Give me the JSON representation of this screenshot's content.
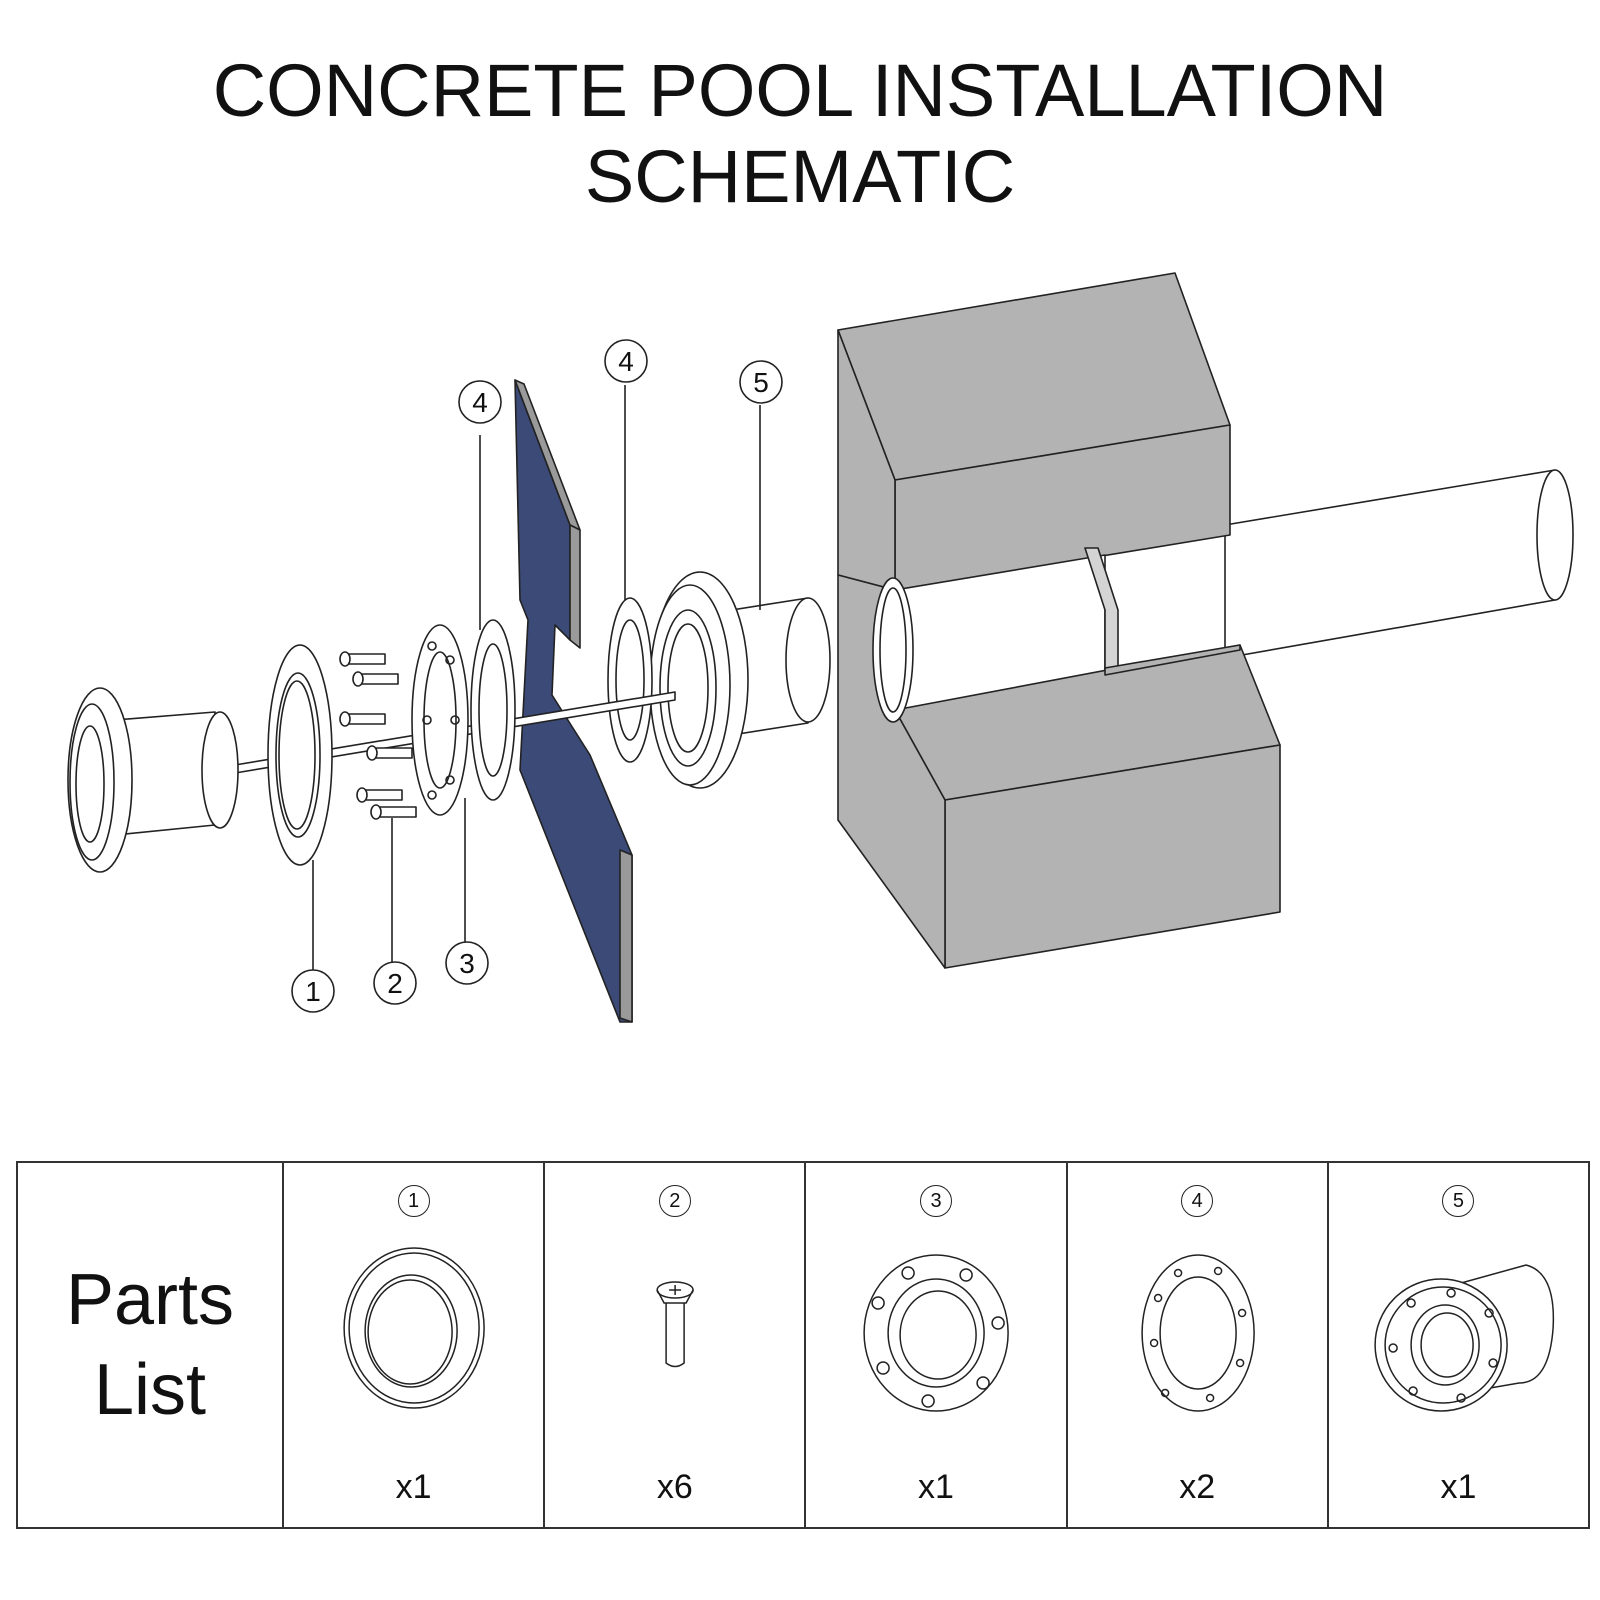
{
  "title": {
    "line1": "CONCRETE POOL INSTALLATION",
    "line2": "SCHEMATIC"
  },
  "callouts": [
    "1",
    "2",
    "3",
    "4",
    "4",
    "5"
  ],
  "parts_list": {
    "title_line1": "Parts",
    "title_line2": "List",
    "parts": [
      {
        "num": "1",
        "qty": "x1",
        "icon": "flange-ring-icon"
      },
      {
        "num": "2",
        "qty": "x6",
        "icon": "screw-icon"
      },
      {
        "num": "3",
        "qty": "x1",
        "icon": "bolted-flange-icon"
      },
      {
        "num": "4",
        "qty": "x2",
        "icon": "gasket-icon"
      },
      {
        "num": "5",
        "qty": "x1",
        "icon": "wall-fitting-icon"
      }
    ]
  },
  "colors": {
    "liner": "#3b4a77",
    "concrete": "#b3b3b3",
    "line": "#222222"
  }
}
